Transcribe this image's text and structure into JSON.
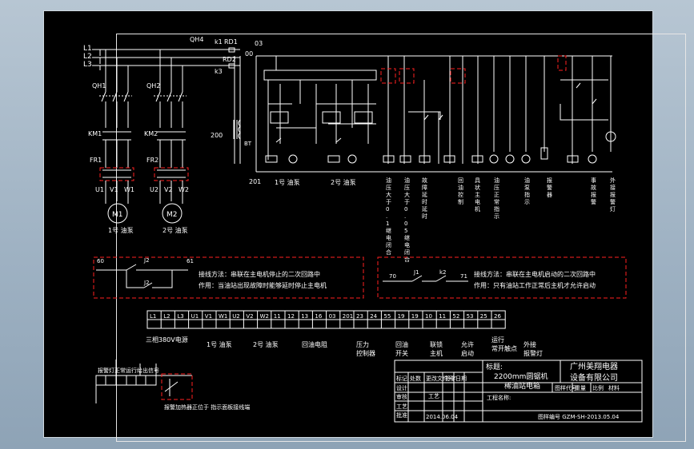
{
  "power": {
    "lines": [
      "L1",
      "L2",
      "L3"
    ],
    "breakers": [
      "QH1",
      "QH2"
    ],
    "contactors": [
      "KM1",
      "KM2"
    ],
    "relays": [
      "FR1",
      "FR2"
    ],
    "motor1_terminals": [
      "U1",
      "V1",
      "W1"
    ],
    "motor2_terminals": [
      "U2",
      "V2",
      "W2"
    ],
    "motors": [
      "M1",
      "M2"
    ],
    "motor_labels": [
      "1号 油泵",
      "2号 油泵"
    ]
  },
  "control": {
    "qh4": "QH4",
    "rd1": "RD1",
    "rd2": "RD2",
    "k1": "k1",
    "k3": "k3",
    "n03": "03",
    "n00": "00",
    "n200": "200",
    "n201": "201",
    "bt": "BT",
    "pump1": "1号 油泵",
    "pump2": "2号 油泵"
  },
  "func_labels": [
    {
      "id": "oil1",
      "text": "油压大于0.1继电闭合"
    },
    {
      "id": "oil2",
      "text": "油压大于0.05继电闭合"
    },
    {
      "id": "fault",
      "text": "故障延时延时"
    },
    {
      "id": "ret",
      "text": "回油控制"
    },
    {
      "id": "main",
      "text": "具状主电机"
    },
    {
      "id": "norm",
      "text": "油压正常指示"
    },
    {
      "id": "ind",
      "text": "油泵指示"
    },
    {
      "id": "alarm",
      "text": "报警器"
    },
    {
      "id": "acc",
      "text": "事故报警"
    },
    {
      "id": "out",
      "text": "外接报警灯"
    }
  ],
  "notes": {
    "left_line1": "接线方法：串联在主电机停止的二次回路中",
    "left_line2": "作用：当油站出现故障时能够延时停止主电机",
    "right_line1": "接线方法：串联在主电机启动的二次回路中",
    "right_line2": "作用：只有油站工作正常后主机才允许启动",
    "left_tags": [
      "60",
      "J2",
      "J2",
      "61"
    ],
    "right_tags": [
      "70",
      "J1",
      "k2",
      "71"
    ]
  },
  "terminal": {
    "cells": [
      "L1",
      "L2",
      "L3",
      "U1",
      "V1",
      "W1",
      "U2",
      "V2",
      "W2",
      "11",
      "12",
      "13",
      "16",
      "03",
      "201",
      "23",
      "24",
      "55",
      "19",
      "19",
      "10",
      "11",
      "52",
      "53",
      "25",
      "26"
    ],
    "groups": [
      "三相380V电源",
      "1号 油泵",
      "2号 油泵",
      "回油电阻",
      "压力控制器",
      "回油开关",
      "联锁主机",
      "允许启动",
      "运行常开触点",
      "外接报警灯"
    ]
  },
  "titleblock": {
    "title_label": "标题:",
    "title1": "2200mm圆锯机",
    "title2": "稀油站电箱",
    "company1": "广州美翔电器",
    "company2": "设备有限公司",
    "drawing_no_label": "图样代号",
    "weight_label": "重量",
    "scale_label": "比例",
    "material": "材料",
    "headers": [
      "标记",
      "处数",
      "更改文件号",
      "签字",
      "日期"
    ],
    "rows": [
      "设计",
      "审核",
      "工艺",
      "批准",
      "日期"
    ],
    "process_label": "工艺",
    "date": "2014.06.04",
    "part_label": "工程名称:",
    "file_no": "图样编号 GZM-SH-2013.05.04"
  },
  "detail": {
    "label": "报警灯正常运行给出信号",
    "note": "报警加热器正位于\n指示面板接线端"
  }
}
